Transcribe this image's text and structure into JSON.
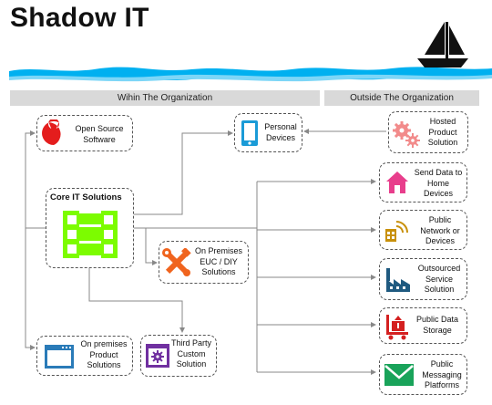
{
  "title": "Shadow IT",
  "sections": {
    "within": "Wihin The Organization",
    "outside": "Outside The Organization"
  },
  "nodes": {
    "open_source": "Open Source Software",
    "personal_devices": "Personal Devices",
    "hosted_product": "Hosted Product Solution",
    "core_it": "Core IT Solutions",
    "send_data_home": "Send Data to Home Devices",
    "public_network": "Public Network or Devices",
    "on_prem_euc": "On Premises EUC / DIY Solutions",
    "outsourced_service": "Outsourced Service Solution",
    "public_data_storage": "Public Data Storage",
    "on_prem_product": "On premises Product Solutions",
    "third_party_custom": "Third Party Custom Solution",
    "public_messaging": "Public Messaging Platforms"
  },
  "icons": {
    "logo": "sailboat-icon",
    "open_source": "opensource-icon",
    "personal_devices": "tablet-icon",
    "hosted_product": "gears-icon",
    "core_it": "network-icon",
    "send_data_home": "house-icon",
    "public_network": "wifi-building-icon",
    "on_prem_euc": "tools-icon",
    "outsourced_service": "factory-icon",
    "public_data_storage": "cart-storage-icon",
    "on_prem_product": "window-icon",
    "third_party_custom": "gear-window-icon",
    "public_messaging": "envelope-icon"
  },
  "colors": {
    "water": "#00b0f0",
    "open_source": "#e41d1d",
    "device": "#1a9bd7",
    "gears": "#f28b8b",
    "core": "#7cfc00",
    "home": "#e83e8c",
    "network": "#c8900a",
    "tools": "#f0641e",
    "factory": "#1f5a80",
    "storage": "#d42020",
    "window": "#2a7bb8",
    "gear_window": "#7030a0",
    "envelope": "#19a35a"
  }
}
